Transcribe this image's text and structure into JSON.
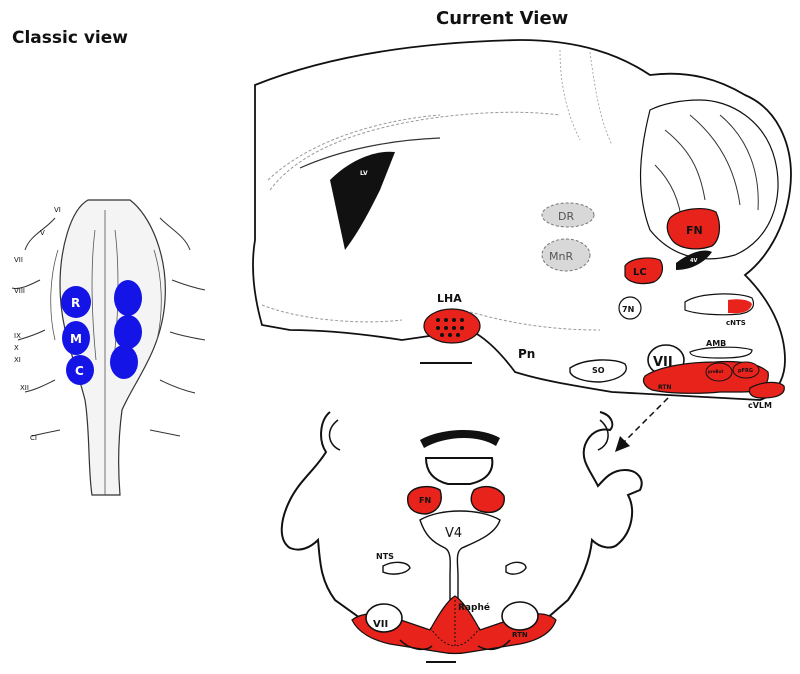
{
  "headings": {
    "classic": "Classic view",
    "current": "Current View"
  },
  "classic": {
    "nuclei": [
      "R",
      "M",
      "C"
    ],
    "nerves": [
      "VI",
      "V",
      "VII",
      "VIII",
      "IX",
      "X",
      "XI",
      "XII",
      "CI"
    ]
  },
  "sagittal": {
    "LHA": "LHA",
    "DR": "DR",
    "MnR": "MnR",
    "FN": "FN",
    "LC": "LC",
    "N7": "7N",
    "cNTS": "cNTS",
    "Pn": "Pn",
    "SO": "SO",
    "VII": "VII",
    "AMB": "AMB",
    "RTN": "RTN",
    "pFRG": "pFRG",
    "preBot": "preBot",
    "cVLM": "cVLM",
    "LV": "LV",
    "V4": "4V"
  },
  "coronal": {
    "FN": "FN",
    "V4": "V4",
    "NTS": "NTS",
    "VII": "VII",
    "Raphe": "Raphé",
    "RTN": "RTN"
  },
  "colors": {
    "red": "#e8231c",
    "blue": "#1414e6",
    "grey": "#d8d8d8",
    "black": "#111111"
  }
}
